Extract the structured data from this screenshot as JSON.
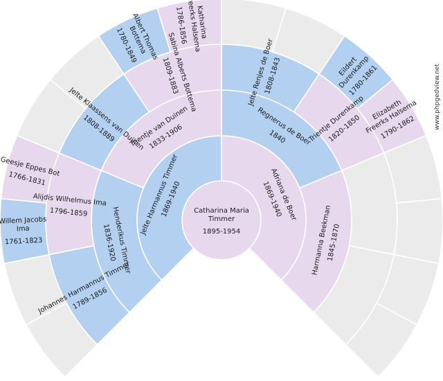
{
  "chart": {
    "center": {
      "name": "Catharina Maria Timmer",
      "lines": [
        "Catharina Maria",
        "Timmer"
      ],
      "years": "1895-1954",
      "sex": "F"
    },
    "ring1": [
      {
        "name": "Jelte Harmannus Timmer",
        "lines": [
          "Jelte Harmannus Timmer"
        ],
        "years": "1869-1940",
        "sex": "M"
      },
      {
        "name": "Adriana de Boer",
        "lines": [
          "Adriana de Boer"
        ],
        "years": "1869-1940",
        "sex": "F"
      }
    ],
    "ring2": [
      {
        "name": "Henderikus Timmer",
        "lines": [
          "Henderikus Timmer"
        ],
        "years": "1836-1920",
        "sex": "M"
      },
      {
        "name": "Trientje van Duinen",
        "lines": [
          "Trientje van Duinen"
        ],
        "years": "1833-1906",
        "sex": "F"
      },
      {
        "name": "Regnerus de Boer",
        "lines": [
          "Regnerus de Boer"
        ],
        "years": "1840",
        "sex": "M"
      },
      {
        "name": "Harmanna Beekman",
        "lines": [
          "Harmanna Beekman"
        ],
        "years": "1845-1870",
        "sex": "F"
      }
    ],
    "ring3": [
      {
        "name": "Johannes Harmannus Timmer",
        "lines": [
          "Johannes Harmannus Timmer"
        ],
        "years": "1789-1856",
        "sex": "M"
      },
      {
        "name": "Alijdis Wilhelmus Ima",
        "lines": [
          "Alijdis Wilhelmus Ima"
        ],
        "years": "1796-1859",
        "sex": "F"
      },
      {
        "name": "Jelte Klaassens van Duinen",
        "lines": [
          "Jelte Klaassens van Duinen"
        ],
        "years": "1808-1889",
        "sex": "M"
      },
      {
        "name": "Sabina Alberts Bottema",
        "lines": [
          "Sabina Alberts Bottema"
        ],
        "years": "1809-1883",
        "sex": "F"
      },
      {
        "name": "Jelte Renjes de Boer",
        "lines": [
          "Jelte Renjes de Boer"
        ],
        "years": "1808-1843",
        "sex": "M"
      },
      {
        "name": "Trientje Durenkamp",
        "lines": [
          "Trientje Durenkamp"
        ],
        "years": "1820-1850",
        "sex": "F"
      },
      {
        "name": "",
        "lines": [],
        "years": "",
        "sex": "E"
      },
      {
        "name": "",
        "lines": [],
        "years": "",
        "sex": "E"
      }
    ],
    "ring4": [
      {
        "name": "",
        "lines": [],
        "years": "",
        "sex": "E"
      },
      {
        "name": "",
        "lines": [],
        "years": "",
        "sex": "E"
      },
      {
        "name": "Willem Jacobs Ima",
        "lines": [
          "Willem Jacobs",
          "Ima"
        ],
        "years": "1761-1823",
        "sex": "M"
      },
      {
        "name": "Geesje Eppes Bot",
        "lines": [
          "Geesje Eppes Bot"
        ],
        "years": "1766-1831",
        "sex": "F"
      },
      {
        "name": "",
        "lines": [],
        "years": "",
        "sex": "E"
      },
      {
        "name": "",
        "lines": [],
        "years": "",
        "sex": "E"
      },
      {
        "name": "Albert Thomas Bottema",
        "lines": [
          "Albert Thomas",
          "Bottema"
        ],
        "years": "1780-1849",
        "sex": "M"
      },
      {
        "name": "Katharina Freerks Halsema",
        "lines": [
          "Katharina",
          "Freerks Halsema"
        ],
        "years": "1786-1856",
        "sex": "F"
      },
      {
        "name": "",
        "lines": [],
        "years": "",
        "sex": "E"
      },
      {
        "name": "",
        "lines": [],
        "years": "",
        "sex": "E"
      },
      {
        "name": "Eildert Durenkamp",
        "lines": [
          "Eildert",
          "Durenkamp"
        ],
        "years": "1780-1861",
        "sex": "M"
      },
      {
        "name": "Elizabeth Freerks Halsema",
        "lines": [
          "Elizabeth",
          "Freerks Halsema"
        ],
        "years": "1790-1862",
        "sex": "F"
      },
      {
        "name": "",
        "lines": [],
        "years": "",
        "sex": "E"
      },
      {
        "name": "",
        "lines": [],
        "years": "",
        "sex": "E"
      },
      {
        "name": "",
        "lines": [],
        "years": "",
        "sex": "E"
      },
      {
        "name": "",
        "lines": [],
        "years": "",
        "sex": "E"
      }
    ]
  },
  "watermark": "www.phpgedview.net",
  "colors": {
    "male": "#b3d0f0",
    "female": "#e8d8ee",
    "empty": "#ebebeb"
  }
}
